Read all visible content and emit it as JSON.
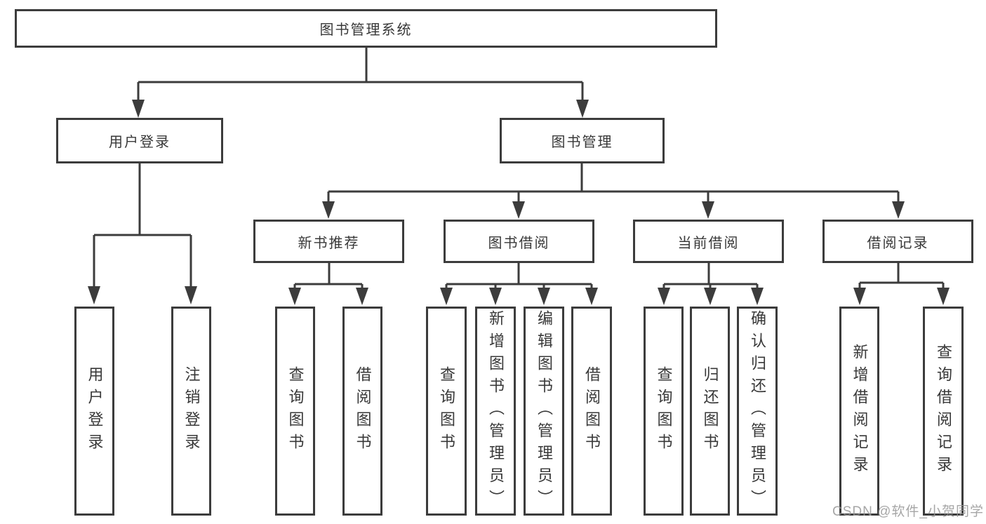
{
  "diagram": {
    "root": {
      "label": "图书管理系统"
    },
    "branches": [
      {
        "label": "用户登录",
        "children": [
          {
            "label": "用户登录"
          },
          {
            "label": "注销登录"
          }
        ]
      },
      {
        "label": "图书管理",
        "groups": [
          {
            "label": "新书推荐",
            "children": [
              {
                "label": "查询图书"
              },
              {
                "label": "借阅图书"
              }
            ]
          },
          {
            "label": "图书借阅",
            "children": [
              {
                "label": "查询图书"
              },
              {
                "label": "新增图书（管理员）"
              },
              {
                "label": "编辑图书（管理员）"
              },
              {
                "label": "借阅图书"
              }
            ]
          },
          {
            "label": "当前借阅",
            "children": [
              {
                "label": "查询图书"
              },
              {
                "label": "归还图书"
              },
              {
                "label": "确认归还（管理员）"
              }
            ]
          },
          {
            "label": "借阅记录",
            "children": [
              {
                "label": "新增借阅记录"
              },
              {
                "label": "查询借阅记录"
              }
            ]
          }
        ]
      }
    ]
  },
  "watermark": {
    "text": "CSDN @软件_小贺同学"
  },
  "colors": {
    "line": "#3c3c3c",
    "box_border": "#3c3c3c",
    "text": "#383838",
    "watermark": "#969696",
    "background": "#ffffff"
  }
}
